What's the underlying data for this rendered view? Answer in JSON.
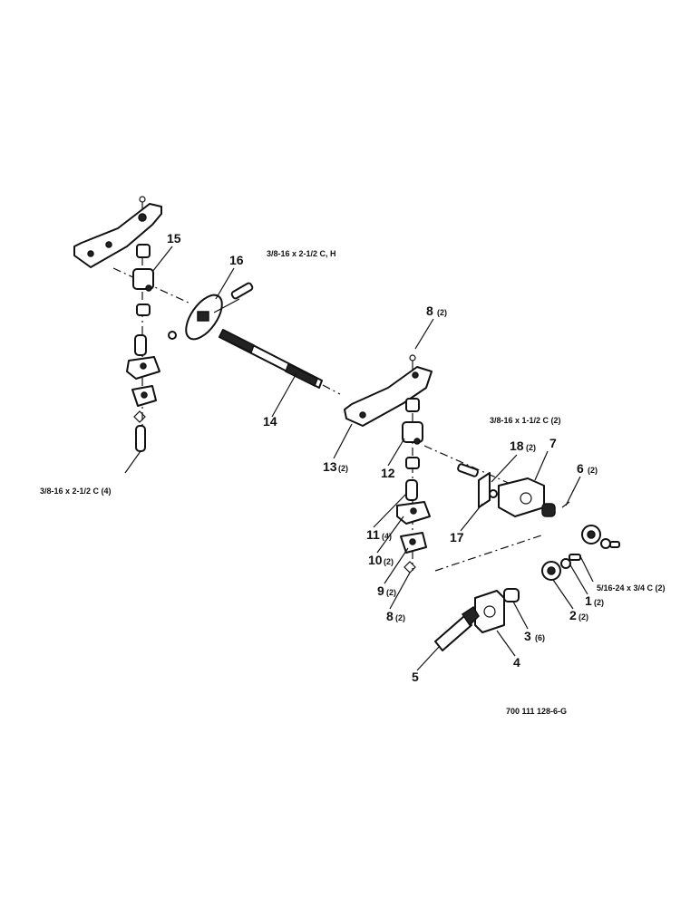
{
  "diagram": {
    "drawing_number": "700 111 128-6-G",
    "hardware": {
      "bolt_top_left": "3/8-16 x 2-1/2 C, H",
      "bolt_bottom_left": "3/8-16 x 2-1/2 C (4)",
      "bolt_right": "3/8-16 x 1-1/2 C (2)",
      "bolt_small": "5/16-24 x 3/4 C (2)"
    },
    "callouts": [
      {
        "num": "15",
        "qty": ""
      },
      {
        "num": "16",
        "qty": ""
      },
      {
        "num": "14",
        "qty": ""
      },
      {
        "num": "8",
        "qty": "(2)"
      },
      {
        "num": "13",
        "qty": "(2)"
      },
      {
        "num": "12",
        "qty": ""
      },
      {
        "num": "11",
        "qty": "(4)"
      },
      {
        "num": "10",
        "qty": "(2)"
      },
      {
        "num": "9",
        "qty": "(2)"
      },
      {
        "num": "8",
        "qty": "(2)"
      },
      {
        "num": "18",
        "qty": "(2)"
      },
      {
        "num": "7",
        "qty": ""
      },
      {
        "num": "17",
        "qty": ""
      },
      {
        "num": "6",
        "qty": "(2)"
      },
      {
        "num": "1",
        "qty": "(2)"
      },
      {
        "num": "2",
        "qty": "(2)"
      },
      {
        "num": "3",
        "qty": "(6)"
      },
      {
        "num": "4",
        "qty": ""
      },
      {
        "num": "5",
        "qty": ""
      }
    ]
  }
}
